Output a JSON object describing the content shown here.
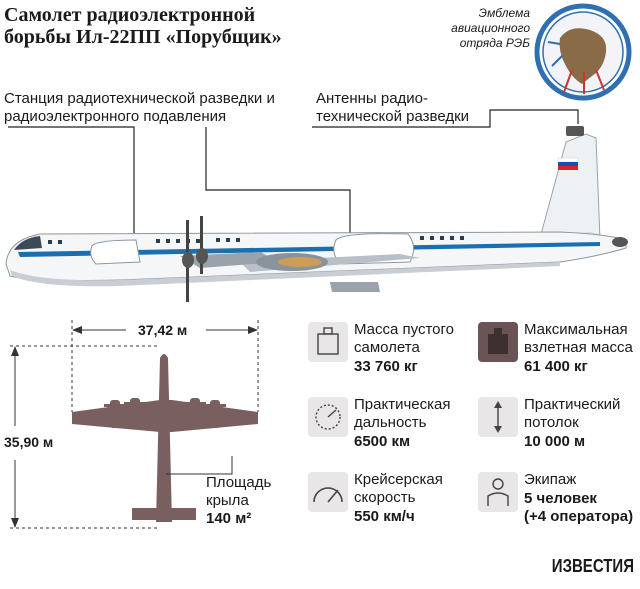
{
  "title": "Самолет радиоэлектронной борьбы Ил-22ПП «Порубщик»",
  "emblem": {
    "caption": "Эмблема авиационного отряда РЭБ"
  },
  "callouts": {
    "station": "Станция радиотехнической разведки и радиоэлектронного подавления",
    "antennas": "Антенны радио-технической разведки"
  },
  "dimensions": {
    "wingspan": "37,42 м",
    "length": "35,90 м"
  },
  "wing_area": {
    "label": "Площадь крыла",
    "value": "140 м²"
  },
  "specs": [
    {
      "label": "Масса пустого самолета",
      "value": "33 760 кг",
      "icon": "weight-icon"
    },
    {
      "label": "Максимальная взлетная масса",
      "value": "61 400 кг",
      "icon": "heavy-weight-icon"
    },
    {
      "label": "Практическая дальность",
      "value": "6500 км",
      "icon": "range-icon"
    },
    {
      "label": "Практический потолок",
      "value": "10 000 м",
      "icon": "ceiling-icon"
    },
    {
      "label": "Крейсерская скорость",
      "value": "550 км/ч",
      "icon": "speedometer-icon"
    },
    {
      "label": "Экипаж",
      "value": "5 человек",
      "value2": "(+4 оператора)",
      "icon": "crew-icon"
    }
  ],
  "brand": "ИЗВЕСТИЯ",
  "colors": {
    "fuselage_stripe": "#1a6fb0",
    "silhouette": "#7a5f61",
    "icon_dark": "#6b5456",
    "icon_light": "#e8e6e7"
  }
}
